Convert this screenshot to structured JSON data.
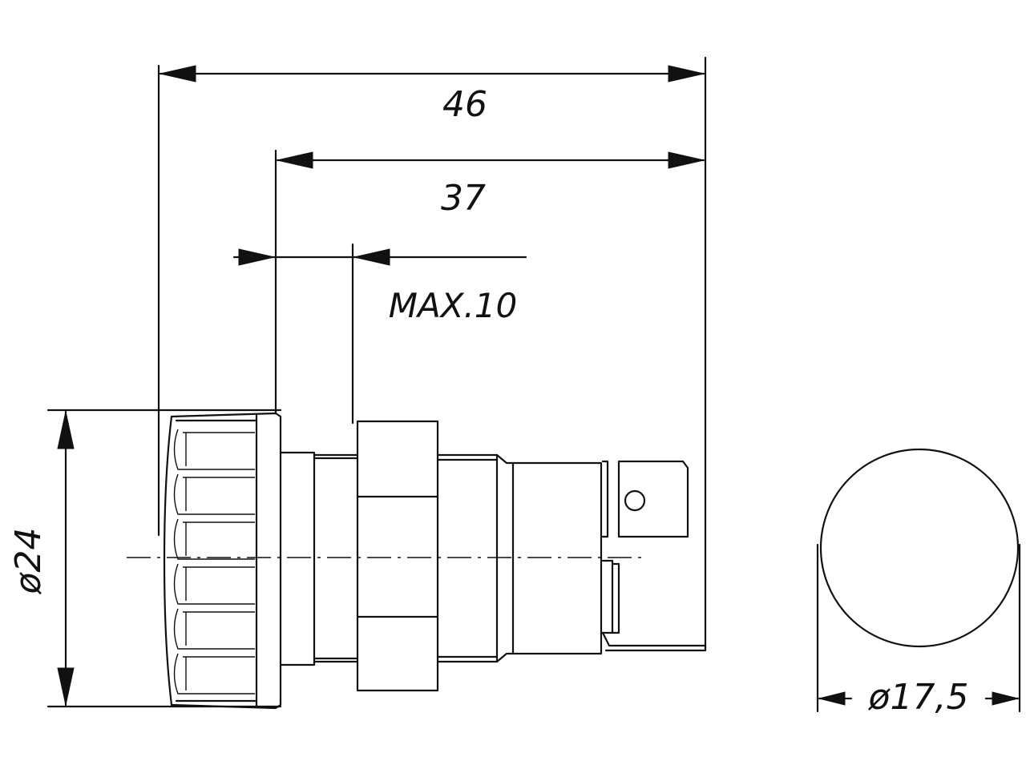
{
  "dimensions": {
    "overall_length": "46",
    "body_length": "37",
    "panel_thickness": "MAX.10",
    "bezel_diameter": "ø24",
    "cap_diameter": "ø17,5"
  },
  "colors": {
    "ink": "#111111",
    "paper": "#ffffff"
  }
}
